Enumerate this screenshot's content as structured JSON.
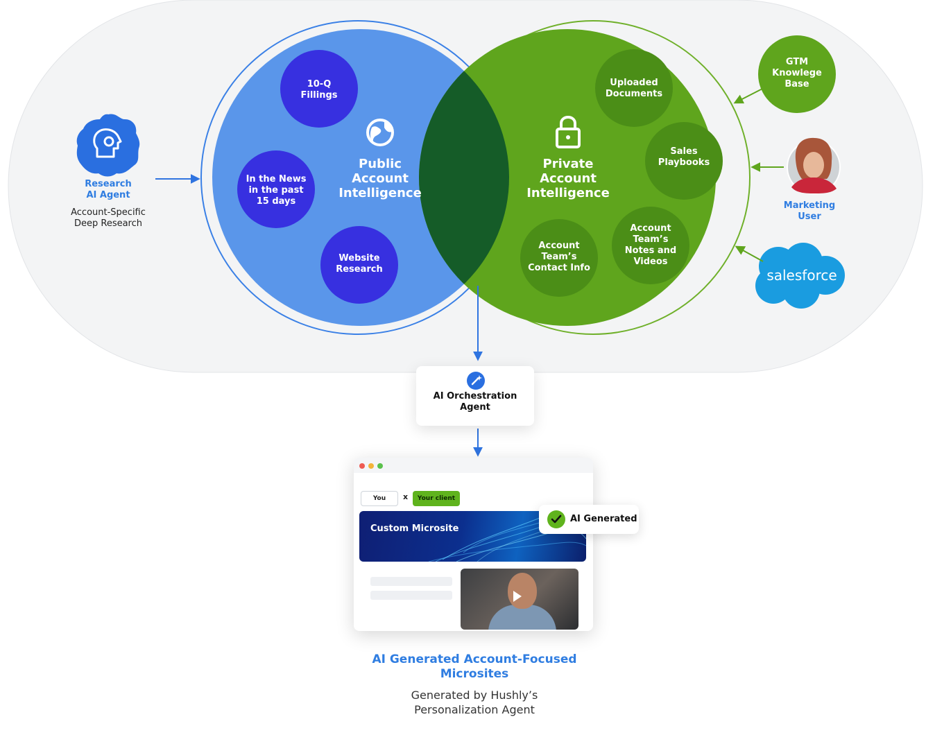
{
  "research_agent": {
    "title_line1": "Research",
    "title_line2": "AI Agent",
    "desc_line1": "Account-Specific",
    "desc_line2": "Deep Research",
    "icon": "head-gear-icon"
  },
  "public_circle": {
    "title_line1": "Public",
    "title_line2": "Account",
    "title_line3": "Intelligence",
    "icon": "globe-icon",
    "color": "#5a96ea",
    "items": [
      {
        "line1": "10-Q",
        "line2": "Fillings",
        "line3": ""
      },
      {
        "line1": "In the News",
        "line2": "in the past",
        "line3": "15 days"
      },
      {
        "line1": "Website",
        "line2": "Research",
        "line3": ""
      }
    ]
  },
  "private_circle": {
    "title_line1": "Private",
    "title_line2": "Account",
    "title_line3": "Intelligence",
    "icon": "lock-icon",
    "color": "#5fa51d",
    "items": [
      {
        "line1": "Uploaded",
        "line2": "Documents",
        "line3": "",
        "line4": ""
      },
      {
        "line1": "Sales",
        "line2": "Playbooks",
        "line3": "",
        "line4": ""
      },
      {
        "line1": "Account",
        "line2": "Team’s",
        "line3": "Notes and",
        "line4": "Videos"
      },
      {
        "line1": "Account",
        "line2": "Team’s",
        "line3": "Contact Info",
        "line4": ""
      }
    ]
  },
  "sources": {
    "gtm": {
      "line1": "GTM",
      "line2": "Knowlege",
      "line3": "Base"
    },
    "marketing_user": {
      "line1": "Marketing",
      "line2": "User"
    },
    "salesforce": {
      "label": "salesforce"
    }
  },
  "orchestration": {
    "line1": "AI Orchestration",
    "line2": "Agent",
    "icon": "wand-icon"
  },
  "microsite": {
    "chip_you": "You",
    "chip_x": "x",
    "chip_client": "Your client",
    "banner": "Custom Microsite",
    "badge": "AI Generated"
  },
  "bottom": {
    "title_line1": "AI Generated Account-Focused",
    "title_line2": "Microsites",
    "sub_line1": "Generated by Hushly’s",
    "sub_line2": "Personalization Agent"
  },
  "colors": {
    "blue": "#5a96ea",
    "indigo": "#3730e0",
    "green": "#5fa51d",
    "dark_green": "#2f6a12",
    "overlap": "#155c28",
    "accent_blue_text": "#2f7de1",
    "arrow_blue": "#2f74e0",
    "arrow_green": "#5fa51d"
  }
}
